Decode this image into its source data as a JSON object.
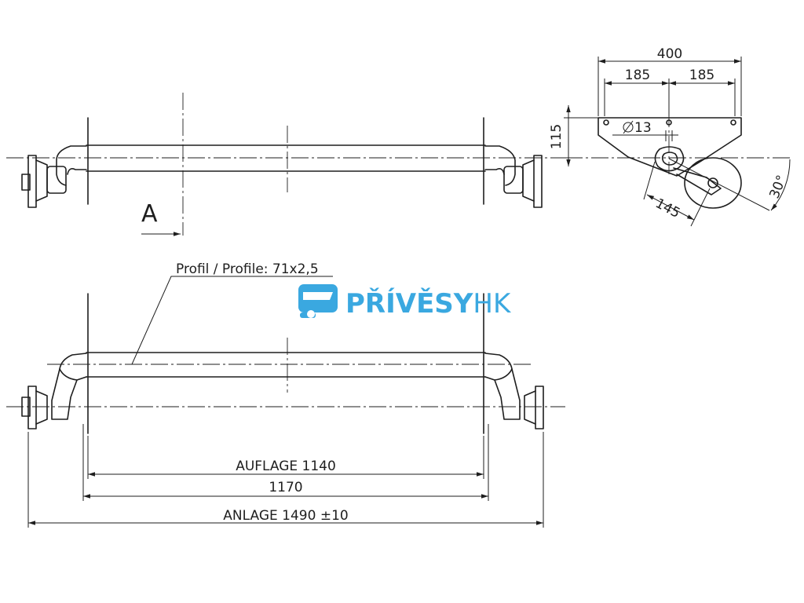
{
  "dimensions": {
    "top_width": "400",
    "top_left_half": "185",
    "top_right_half": "185",
    "height_115": "115",
    "hole_diameter": "13",
    "arm_length": "145",
    "arm_angle": "30°",
    "auflage": "AUFLAGE 1140",
    "total_1170": "1170",
    "anlage": "ANLAGE 1490 ±10"
  },
  "labels": {
    "section_marker": "A",
    "profile": "Profil / Profile: 71x2,5"
  },
  "logo": {
    "brand_bold": "PŘÍVĚSY",
    "brand_light": "HK",
    "color": "#3aa8e0"
  }
}
